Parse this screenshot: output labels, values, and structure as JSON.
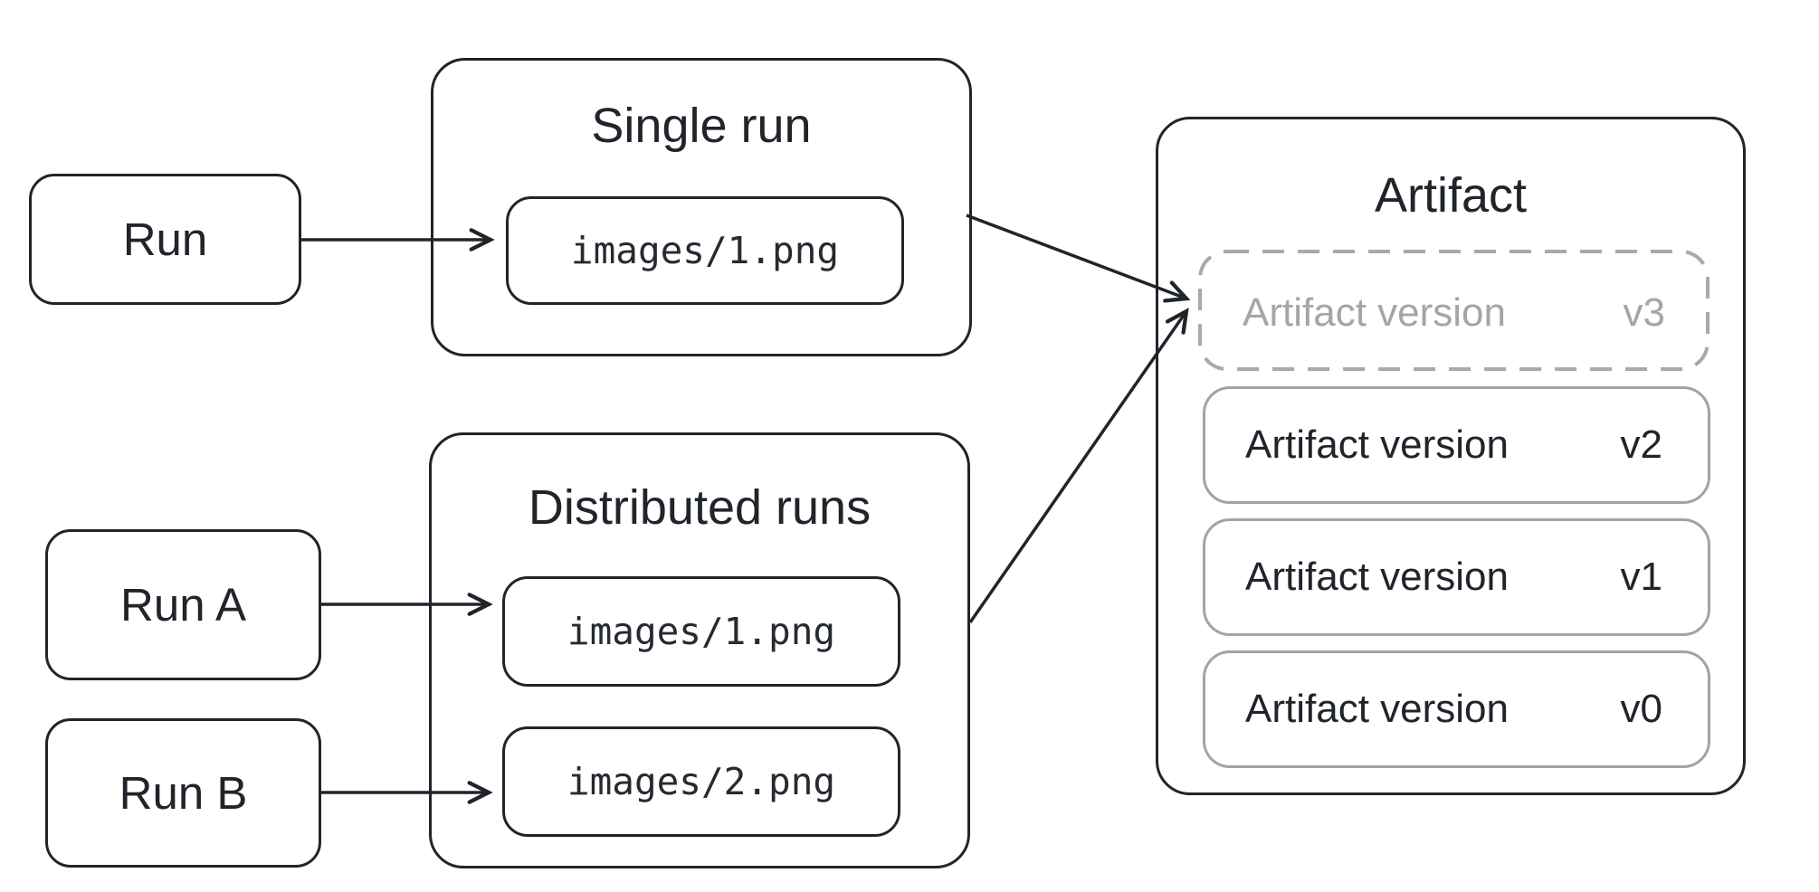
{
  "colors": {
    "ink": "#20242b",
    "gray_border": "#a3a3a3",
    "gray_dashed": "#a9a9a9",
    "gray_text": "#a5a5a5",
    "background": "#ffffff"
  },
  "nodes": {
    "run": {
      "label": "Run"
    },
    "run_a": {
      "label": "Run A"
    },
    "run_b": {
      "label": "Run B"
    }
  },
  "single_run": {
    "title": "Single run",
    "files": [
      "images/1.png"
    ]
  },
  "distributed_runs": {
    "title": "Distributed runs",
    "files": [
      "images/1.png",
      "images/2.png"
    ]
  },
  "artifact": {
    "title": "Artifact",
    "versions": [
      {
        "label": "Artifact version",
        "tag": "v3",
        "style": "dashed"
      },
      {
        "label": "Artifact version",
        "tag": "v2",
        "style": "solid"
      },
      {
        "label": "Artifact version",
        "tag": "v1",
        "style": "solid"
      },
      {
        "label": "Artifact version",
        "tag": "v0",
        "style": "solid"
      }
    ]
  }
}
